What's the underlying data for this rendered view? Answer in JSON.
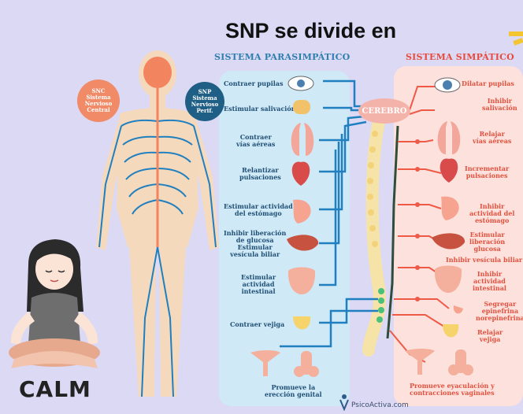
{
  "title": "SNP se divide en",
  "parasympathetic": {
    "heading": "SISTEMA PARASIMPÁTICO",
    "functions": [
      "Contraer pupilas",
      "Estimular salivación",
      "Contraer\nvías aéreas",
      "Relantizar\npulsaciones",
      "Estimular actividad\ndel estómago",
      "Inhibir liberación\nde glucosa\nEstimular\nvesícula biliar",
      "Estimular\nactividad\nintestinal",
      "Contraer vejiga",
      "Promueve la\nerección genital"
    ]
  },
  "sympathetic": {
    "heading": "SISTEMA SIMPÁTICO",
    "functions": [
      "Dilatar pupilas",
      "Inhibir\nsalivación",
      "Relajar\nvías aéreas",
      "Incrementar\npulsaciones",
      "Inhibir\nactividad del\nestómago",
      "Estimular\nliberación\nglucosa",
      "Inhibir vesícula biliar",
      "Inhibir\nactividad\nintestinal",
      "Segregar\nepinefrina\nnorepinefrina",
      "Relajar\nvejiga",
      "Promueve eyaculación y\ncontracciones vaginales"
    ]
  },
  "snc_label": "SNC\nSistema\nNervioso\nCentral",
  "snp_label": "SNP\nSistema\nNervioso\nPerif.",
  "cerebro_label": "CEREBRO",
  "calm_label": "CALM",
  "credit": "PsicoActiva.com",
  "colors": {
    "para": "#2e7fb0",
    "sym": "#e64b3c",
    "nerve": "#1f7fbf",
    "background": "#dcd9f5"
  }
}
